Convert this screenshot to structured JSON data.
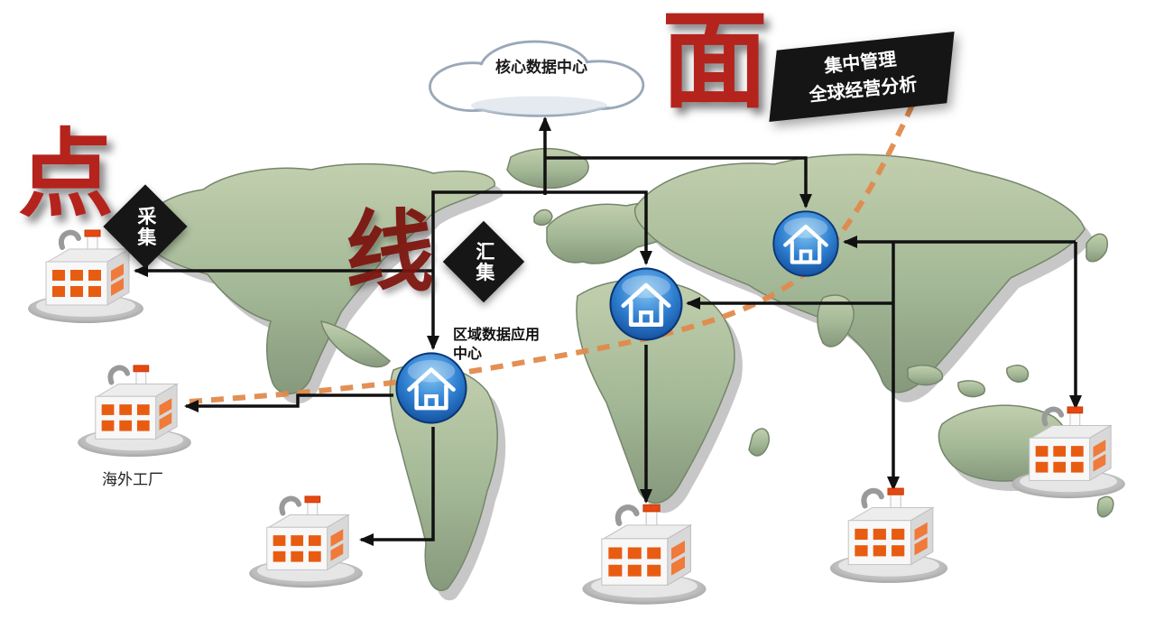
{
  "keywords": {
    "point": "点",
    "line": "线",
    "plane": "面"
  },
  "cloud": {
    "label": "核心数据中心"
  },
  "badge": {
    "line1": "集中管理",
    "line2": "全球经营分析"
  },
  "process": {
    "collect": "采集",
    "converge": "汇集"
  },
  "labels": {
    "regional_center_line1": "区域数据应用",
    "regional_center_line2": "中心",
    "overseas_factory": "海外工厂"
  },
  "icons": {
    "factory": "factory-icon",
    "regional_center": "home-circle-icon",
    "core_center": "cloud-icon"
  },
  "colors": {
    "keyword_red": "#b5231d",
    "keyword_dark_red": "#7c150e",
    "dash_orange": "#e08a4c",
    "node_blue": "#0d4ea6",
    "arrow_black": "#111111",
    "badge_black": "#151515",
    "land_green": "#a3b896"
  }
}
